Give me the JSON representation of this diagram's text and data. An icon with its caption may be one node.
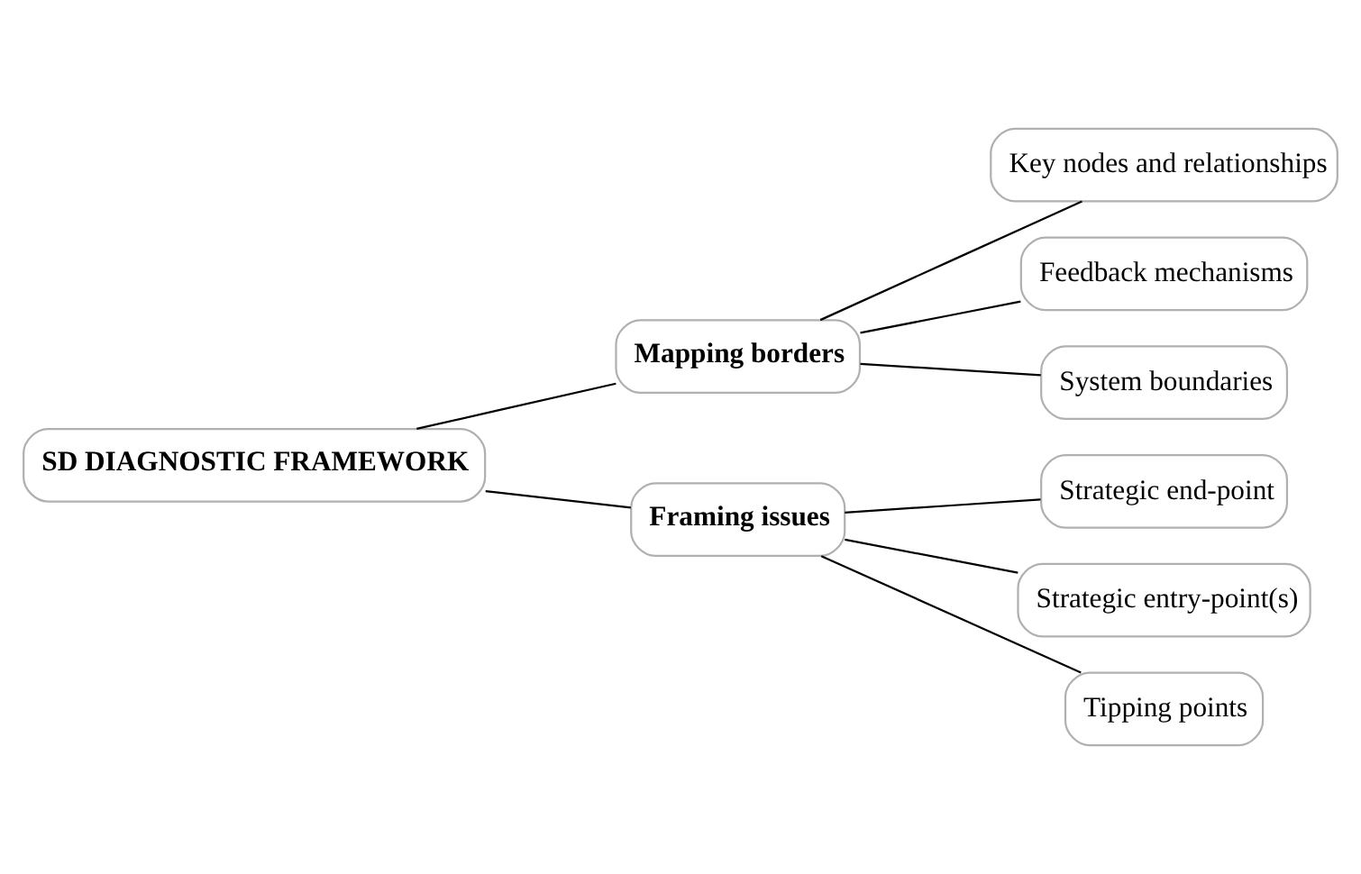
{
  "diagram": {
    "nodes": [
      {
        "text": [
          "SD DIAGNOSTIC FRAMEWORK"
        ]
      },
      {
        "text": [
          "Mapping borders"
        ]
      },
      {
        "text": [
          "Framing issues"
        ]
      },
      {
        "text": [
          "Key nodes and relationships"
        ]
      },
      {
        "text": [
          "Feedback mechanisms"
        ]
      },
      {
        "text": [
          "System boundaries"
        ]
      },
      {
        "text": [
          "Strategic end-point"
        ]
      },
      {
        "text": [
          "Strategic entry-point(s)"
        ]
      },
      {
        "text": [
          "Tipping points"
        ]
      }
    ],
    "edges": [
      {
        "from": 0,
        "to": 1,
        "arrow": "none"
      },
      {
        "from": 0,
        "to": 2,
        "arrow": "none"
      },
      {
        "from": 1,
        "to": 3,
        "arrow": "none"
      },
      {
        "from": 1,
        "to": 4,
        "arrow": "none"
      },
      {
        "from": 1,
        "to": 5,
        "arrow": "none"
      },
      {
        "from": 2,
        "to": 6,
        "arrow": "none"
      },
      {
        "from": 2,
        "to": 7,
        "arrow": "none"
      },
      {
        "from": 2,
        "to": 8,
        "arrow": "none"
      }
    ]
  }
}
